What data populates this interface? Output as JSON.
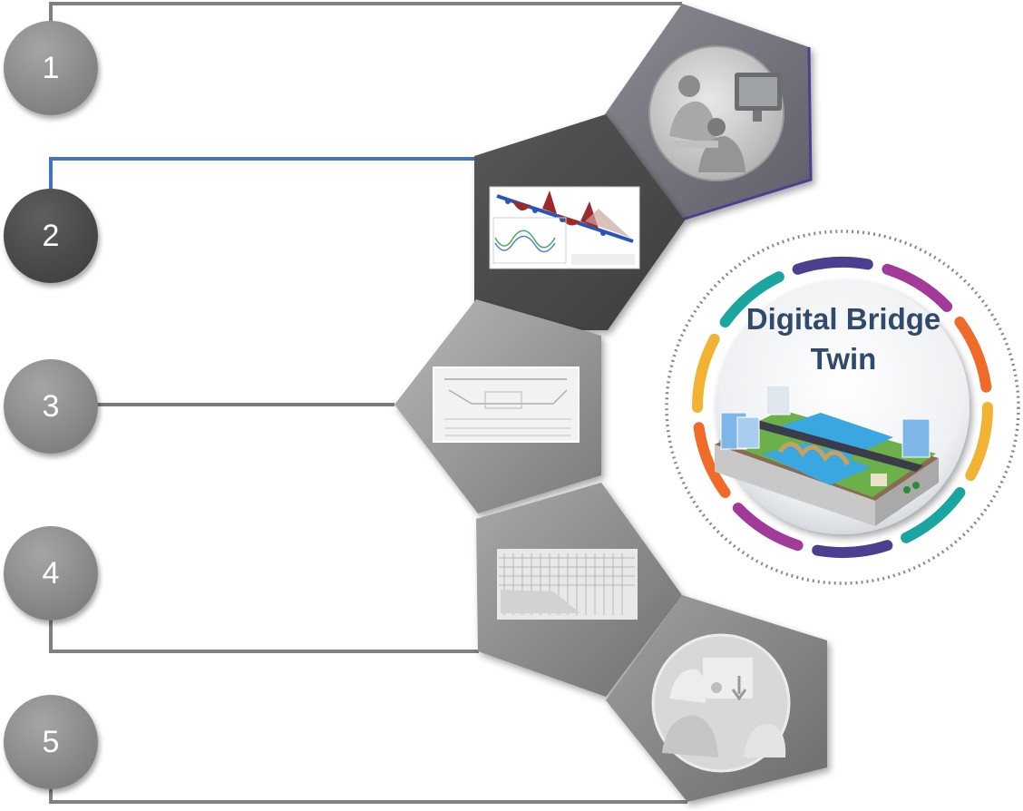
{
  "steps": [
    {
      "number": "1"
    },
    {
      "number": "2"
    },
    {
      "number": "3"
    },
    {
      "number": "4"
    },
    {
      "number": "5"
    }
  ],
  "hub": {
    "title_line1": "Digital Bridge",
    "title_line2": "Twin"
  },
  "colors": {
    "connector_grey": "#808080",
    "connector_blue": "#4472c4",
    "ring_segments": [
      "#4b3f8f",
      "#a23a9a",
      "#f06a2a",
      "#f2b233",
      "#1aa5a1"
    ]
  },
  "icons": [
    "engineers-at-workstation-image",
    "bridge-analysis-model-image",
    "engineering-drawing-image",
    "rebar-cage-model-image",
    "worker-data-dashboard-image",
    "bridge-3d-model-image"
  ]
}
